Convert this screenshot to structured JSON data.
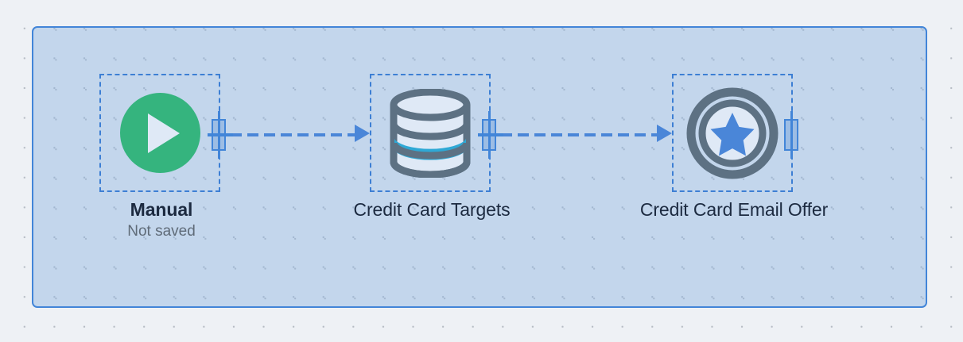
{
  "canvas": {
    "background_color": "#eef1f5",
    "grid_dot_color": "#b6bcc4",
    "selection_fill": "#c7dbf0",
    "selection_border": "#4285d8",
    "accent_color": "#4a86d8"
  },
  "flow": {
    "nodes": [
      {
        "id": "manual-trigger",
        "icon": "play-circle-icon",
        "icon_color": "#35b47e",
        "label": "Manual",
        "sublabel": "Not saved",
        "label_bold": true,
        "has_output_port": true,
        "has_input_arrow": false
      },
      {
        "id": "credit-card-targets",
        "icon": "database-icon",
        "icon_color": "#5d7183",
        "icon_accent_color": "#2ea8d5",
        "label": "Credit Card Targets",
        "sublabel": "",
        "label_bold": false,
        "has_output_port": true,
        "has_input_arrow": true
      },
      {
        "id": "credit-card-email-offer",
        "icon": "star-badge-icon",
        "icon_color": "#5d7183",
        "icon_accent_color": "#4a86d8",
        "label": "Credit Card Email Offer",
        "sublabel": "",
        "label_bold": false,
        "has_output_port": true,
        "has_input_arrow": true
      }
    ],
    "connectors": [
      {
        "from": "manual-trigger",
        "to": "credit-card-targets",
        "style": "dashed"
      },
      {
        "from": "credit-card-targets",
        "to": "credit-card-email-offer",
        "style": "dashed"
      }
    ]
  }
}
